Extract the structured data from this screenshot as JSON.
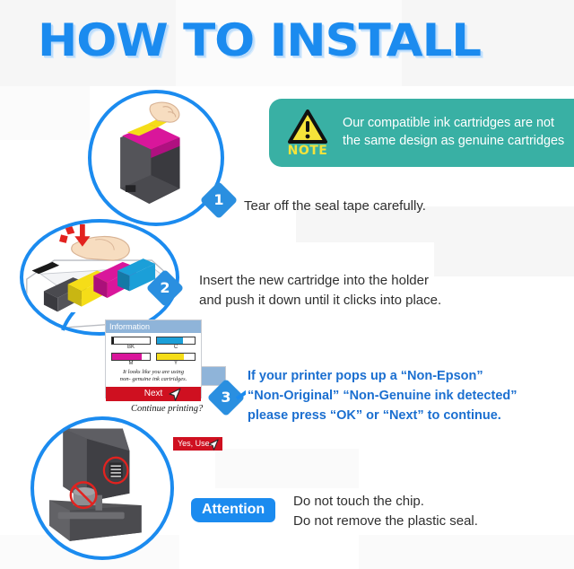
{
  "page": {
    "title": "HOW TO INSTALL",
    "accent_blue": "#1b8bef",
    "note_teal": "#39b0a4",
    "alert_red": "#cf1020"
  },
  "note": {
    "icon": "warning-triangle-icon",
    "label": "NOTE",
    "text": "Our compatible ink cartridges are not the same design as genuine cartridges"
  },
  "steps": [
    {
      "number": "1",
      "text": "Tear off the seal tape carefully.",
      "illustration": "cartridge-seal-tape-peel"
    },
    {
      "number": "2",
      "line1": "Insert the new cartridge into the holder",
      "line2": "and push it down until it clicks into place.",
      "illustration": "printer-carriage-insert-cartridge"
    },
    {
      "number": "3",
      "line1": "If your printer pops up a  “Non-Epson”",
      "line2": "“Non-Original”  “Non-Genuine ink detected”",
      "line3": "please press “OK”  or  “Next”  to continue.",
      "illustration": "printer-dialog-non-genuine-ink"
    }
  ],
  "dialog": {
    "title": "Information",
    "inks": [
      {
        "label": "BK",
        "color": "#1a1a1a",
        "level": 4
      },
      {
        "label": "C",
        "color": "#1b9fd8",
        "level": 68
      },
      {
        "label": "M",
        "color": "#d9169b",
        "level": 78
      },
      {
        "label": "Y",
        "color": "#f5dd18",
        "level": 72
      }
    ],
    "message_line1": "It looks like you are using",
    "message_line2": "non- genuine ink cartridges.",
    "next_button": "Next",
    "continue_question": "Continue printing?",
    "yes_button": "Yes, Use."
  },
  "attention": {
    "badge": "Attention",
    "line1": "Do not touch the chip.",
    "line2": "Do not remove the plastic seal.",
    "illustration": "cartridge-chip-do-not-touch"
  }
}
